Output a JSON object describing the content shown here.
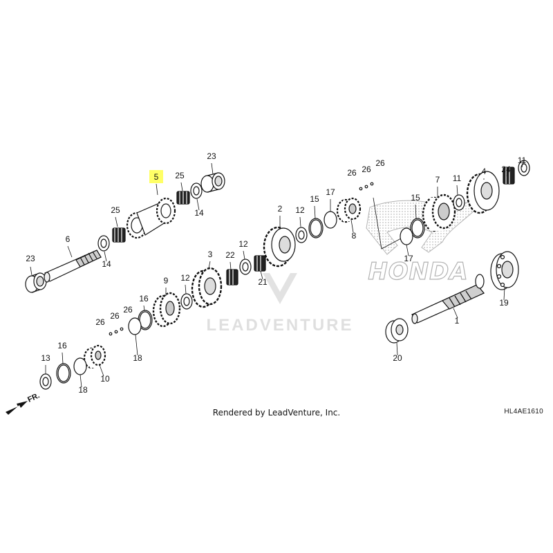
{
  "diagram": {
    "highlight_color": "#ffff66",
    "selected_part": "5",
    "front_marker": "FR.",
    "watermark_text": "LEADVENTURE",
    "honda_logo": "HONDA",
    "credit": "Rendered by LeadVenture, Inc.",
    "code": "HL4AE1610",
    "labels": [
      {
        "id": "l23a",
        "text": "23"
      },
      {
        "id": "l6",
        "text": "6"
      },
      {
        "id": "l14a",
        "text": "14"
      },
      {
        "id": "l25a",
        "text": "25"
      },
      {
        "id": "l5",
        "text": "5"
      },
      {
        "id": "l25b",
        "text": "25"
      },
      {
        "id": "l14b",
        "text": "14"
      },
      {
        "id": "l23b",
        "text": "23"
      },
      {
        "id": "l2",
        "text": "2"
      },
      {
        "id": "l12a",
        "text": "12"
      },
      {
        "id": "l15a",
        "text": "15"
      },
      {
        "id": "l17a",
        "text": "17"
      },
      {
        "id": "l26a",
        "text": "26"
      },
      {
        "id": "l26b",
        "text": "26"
      },
      {
        "id": "l26c",
        "text": "26"
      },
      {
        "id": "l8",
        "text": "8"
      },
      {
        "id": "l4",
        "text": "4"
      },
      {
        "id": "l24",
        "text": "24"
      },
      {
        "id": "l11a",
        "text": "11"
      },
      {
        "id": "l7",
        "text": "7"
      },
      {
        "id": "l11b",
        "text": "11"
      },
      {
        "id": "l15b",
        "text": "15"
      },
      {
        "id": "l17b",
        "text": "17"
      },
      {
        "id": "l12b",
        "text": "12"
      },
      {
        "id": "l22",
        "text": "22"
      },
      {
        "id": "l21",
        "text": "21"
      },
      {
        "id": "l3",
        "text": "3"
      },
      {
        "id": "l12c",
        "text": "12"
      },
      {
        "id": "l9",
        "text": "9"
      },
      {
        "id": "l16a",
        "text": "16"
      },
      {
        "id": "l26d",
        "text": "26"
      },
      {
        "id": "l26e",
        "text": "26"
      },
      {
        "id": "l26f",
        "text": "26"
      },
      {
        "id": "l18a",
        "text": "18"
      },
      {
        "id": "l13",
        "text": "13"
      },
      {
        "id": "l16b",
        "text": "16"
      },
      {
        "id": "l10",
        "text": "10"
      },
      {
        "id": "l18b",
        "text": "18"
      },
      {
        "id": "l1",
        "text": "1"
      },
      {
        "id": "l19",
        "text": "19"
      },
      {
        "id": "l20",
        "text": "20"
      }
    ]
  }
}
